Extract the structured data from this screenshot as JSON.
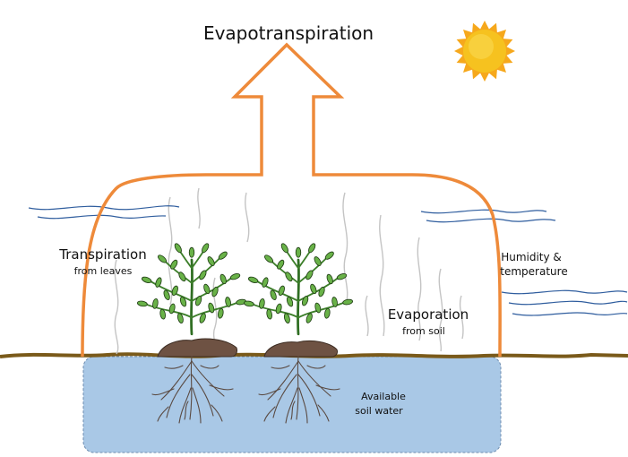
{
  "title": "Evapotranspiration",
  "labels": {
    "transpiration": "Transpiration",
    "transpiration_sub": "from leaves",
    "humidity_line1": "Humidity &",
    "humidity_line2": "temperature",
    "evaporation": "Evaporation",
    "evaporation_sub": "from soil",
    "soil_water_line1": "Available",
    "soil_water_line2": "soil water"
  },
  "colors": {
    "arrow": "#ee8a3a",
    "soil_water": "#a9c8e6",
    "ground_line": "#7a5a1a",
    "wind": "#2f5d9e",
    "vapor": "#c4c4c4",
    "leaf": "#69b248",
    "stem": "#2f6e22",
    "soil_mound": "#6e5243",
    "roots": "#5a4a42",
    "sun": "#f6c21f"
  },
  "icons": [
    "sun-icon",
    "plant-icon",
    "roots-icon",
    "wind-lines-icon",
    "vapor-lines-icon"
  ]
}
